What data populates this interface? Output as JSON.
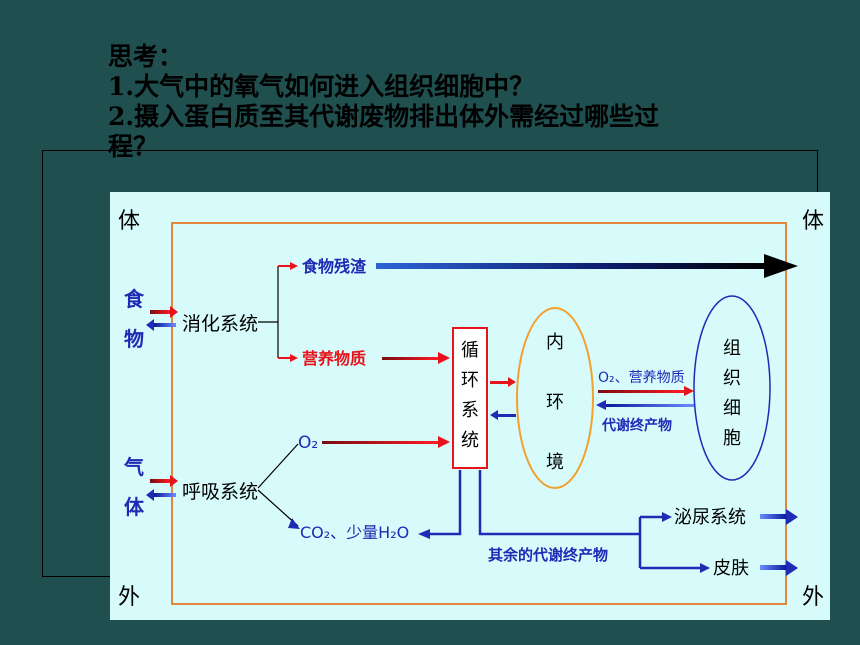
{
  "prompt": {
    "heading": "思考：",
    "q1": "1.大气中的氧气如何进入组织细胞中？",
    "q2_line1": "2.摄入蛋白质至其代谢废物排出体外需经过哪些过",
    "q2_line2": "程？"
  },
  "diagram": {
    "corner_body": "体",
    "corner_outside": "外",
    "food": "食物",
    "gas": "气体",
    "digestive_system": "消化系统",
    "respiratory_system": "呼吸系统",
    "food_residue": "食物残渣",
    "nutrients": "营养物质",
    "o2": "O₂",
    "co2_water": "CO₂、少量H₂O",
    "circulatory_system": "循环系统",
    "internal_environment": "内环境",
    "o2_nutrients": "O₂、营养物质",
    "metabolic_waste": "代谢终产物",
    "tissue_cells": "组织细胞",
    "other_metabolic_waste": "其余的代谢终产物",
    "urinary_system": "泌尿系统",
    "skin": "皮肤",
    "colors": {
      "red_arrow": "#e8121b",
      "blue_arrow": "#1d2bb5",
      "border": "#e0873b"
    }
  }
}
